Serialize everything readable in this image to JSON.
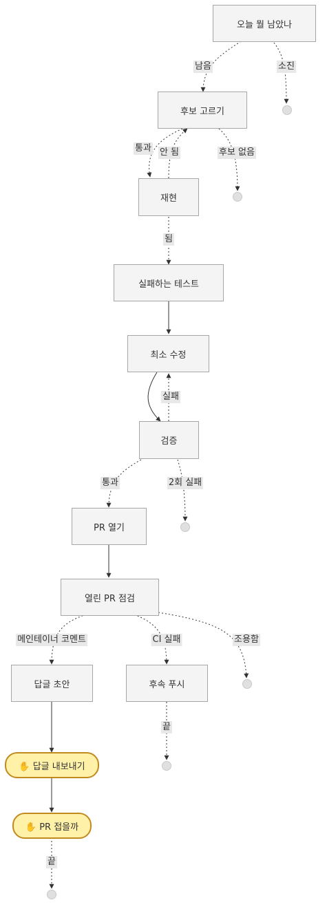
{
  "nodes": {
    "remaining": "오늘 뭘 남았나",
    "pick": "후보 고르기",
    "reproduce": "재현",
    "failing_test": "실패하는 테스트",
    "min_fix": "최소 수정",
    "verify": "검증",
    "open_pr": "PR 열기",
    "check_prs": "열린 PR 점검",
    "draft_reply": "답글 초안",
    "follow_push": "후속 푸시",
    "export_reply": "✋ 답글 내보내기",
    "close_pr": "✋ PR 접을까"
  },
  "edges": {
    "remaining_yes": "남음",
    "exhausted": "소진",
    "pass_1": "통과",
    "not_work": "안 됨",
    "no_candidate": "후보 없음",
    "works": "됨",
    "fail": "실패",
    "pass_2": "통과",
    "fail_twice": "2회 실패",
    "maintainer_comment": "메인테이너 코멘트",
    "ci_fail": "CI 실패",
    "quiet": "조용함",
    "end_1": "끝",
    "end_2": "끝"
  },
  "colors": {
    "node_fill": "#f4f4f4",
    "node_border": "#a6a6a6",
    "highlight_fill": "#fff1a8",
    "highlight_border": "#c08a1e",
    "edge": "#333333",
    "label_bg": "#e8e8e8"
  }
}
